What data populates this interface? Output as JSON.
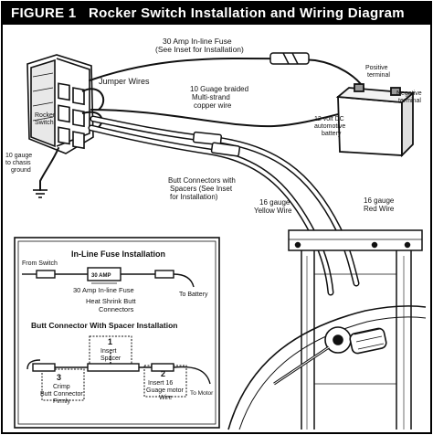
{
  "figure": {
    "number": "FIGURE 1",
    "title": "Rocker Switch Installation and Wiring Diagram"
  },
  "labels": {
    "fuse_note_1": "30 Amp In-line Fuse",
    "fuse_note_2": "(See Inset for Installation)",
    "jumper_wires": "Jumper Wires",
    "wire_10ga_1": "10 Guage braided",
    "wire_10ga_2": "Multi-strand",
    "wire_10ga_3": "copper wire",
    "rocker_1": "Rocker",
    "rocker_2": "Switch",
    "positive_1": "Positive",
    "positive_2": "terminal",
    "negative_1": "Negative",
    "negative_2": "terminal",
    "battery_1": "12 volt DC",
    "battery_2": "automotive",
    "battery_3": "battery",
    "ground_1": "10 gauge",
    "ground_2": "to chasis",
    "ground_3": "ground",
    "butt_1": "Butt Connectors with",
    "butt_2": "Spacers (See Inset",
    "butt_3": "for Installation)",
    "yellow_1": "16 gauge",
    "yellow_2": "Yellow Wire",
    "red_1": "16 gauge",
    "red_2": "Red Wire"
  },
  "inset": {
    "fuse_title": "In-Line Fuse Installation",
    "from_switch": "From Switch",
    "fuse_box": "30 AMP",
    "fuse_caption": "30 Amp In-line Fuse",
    "to_battery": "To Battery",
    "heat_1": "Heat Shrink Butt",
    "heat_2": "Connectors",
    "butt_title": "Butt Connector With Spacer Installation",
    "step1_num": "1",
    "step1_1": "Insert",
    "step1_2": "Spacer",
    "step2_num": "2",
    "step2_1": "Insert 16",
    "step2_2": "Guage motor",
    "step2_3": "Wire",
    "step3_num": "3",
    "step3_1": "Crimp",
    "step3_2": "Butt Connector",
    "step3_3": "Firmly",
    "to_motor": "To Motor"
  }
}
